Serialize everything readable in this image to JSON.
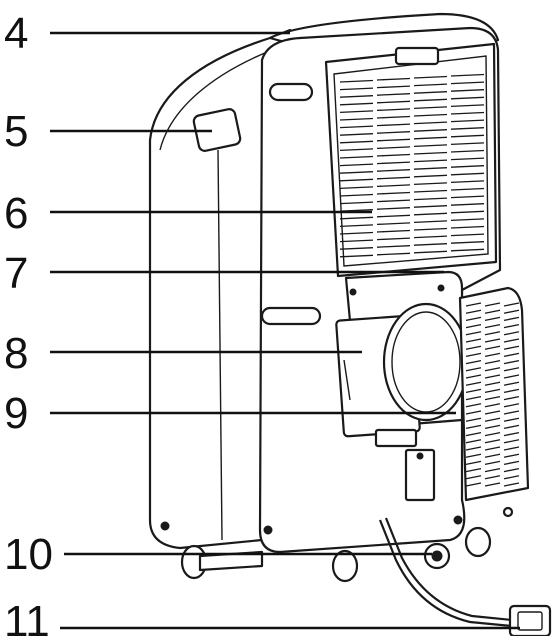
{
  "callouts": [
    {
      "num": "4"
    },
    {
      "num": "5"
    },
    {
      "num": "6"
    },
    {
      "num": "7"
    },
    {
      "num": "8"
    },
    {
      "num": "9"
    },
    {
      "num": "10"
    },
    {
      "num": "11"
    }
  ],
  "colors": {
    "line": "#1a1a1a",
    "background": "#ffffff"
  }
}
